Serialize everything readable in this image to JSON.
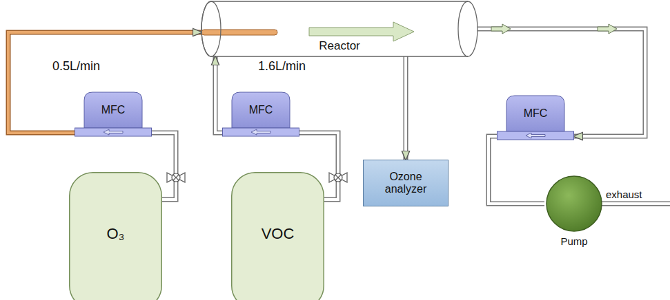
{
  "diagram": {
    "nodes": [
      {
        "text": [
          "Reactor"
        ]
      },
      {
        "text": [
          "MFC"
        ]
      },
      {
        "text": [
          "O₃"
        ]
      },
      {
        "text": [
          "MFC"
        ]
      },
      {
        "text": [
          "VOC"
        ]
      },
      {
        "text": [
          "Ozone analyzer"
        ]
      },
      {
        "text": [
          "MFC"
        ]
      },
      {
        "text": [
          "Pump"
        ]
      }
    ],
    "edges": [
      {
        "from": 2,
        "to": 1,
        "arrow": "none"
      },
      {
        "from": 1,
        "to": 0,
        "arrow": "to"
      },
      {
        "from": 4,
        "to": 3,
        "arrow": "none"
      },
      {
        "from": 3,
        "to": 0,
        "arrow": "to"
      },
      {
        "from": 0,
        "to": 5,
        "arrow": "to"
      },
      {
        "from": 0,
        "to": 6,
        "arrow": "to"
      },
      {
        "from": 6,
        "to": 7,
        "arrow": "none"
      }
    ],
    "labels": [
      "0.5L/min",
      "1.6L/min",
      "exhaust"
    ]
  }
}
